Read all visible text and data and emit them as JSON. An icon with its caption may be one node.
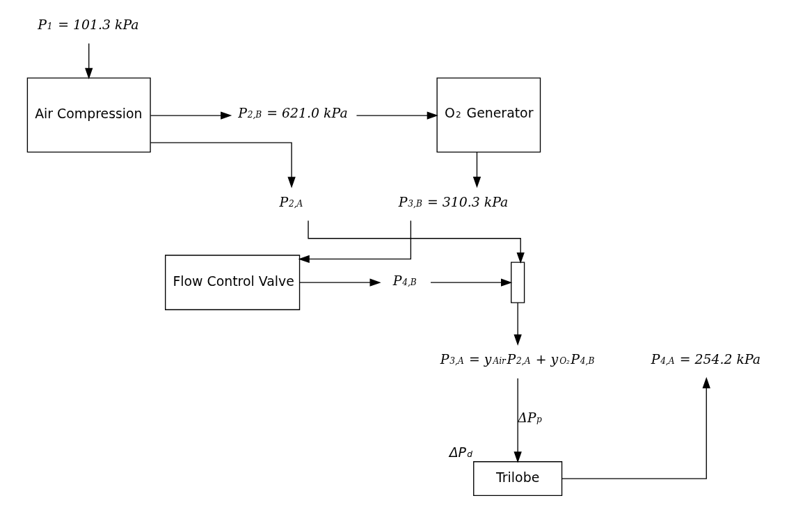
{
  "diagram": {
    "nodes": [
      {
        "text": [
          "P$_{1}$ = 101.3 kPa"
        ]
      },
      {
        "text": [
          "Air Compression"
        ]
      },
      {
        "text": [
          "P$_{2,B}$ = 621.0 kPa"
        ]
      },
      {
        "text": [
          "O$_{2}$ Generator"
        ]
      },
      {
        "text": [
          "P$_{2,A}$"
        ]
      },
      {
        "text": [
          "P$_{3,B}$ = 310.3 kPa"
        ]
      },
      {
        "text": [],
        "shape": "box"
      },
      {
        "text": [
          "Flow Control Valve"
        ]
      },
      {
        "text": [
          "P$_{4,B}$"
        ]
      },
      {
        "text": [
          "P$_{3,A}$ = y$_{Air}$P$_{2,A}$ + y$_{O₂}$P$_{4,B}$"
        ]
      },
      {
        "text": [
          "P$_{4,A}$ = 254.2 kPa"
        ]
      },
      {
        "text": [
          "Trilobe"
        ],
        "beside": [
          "ΔP$_{d}$"
        ]
      }
    ],
    "edges": [
      {
        "from": 0,
        "to": 1,
        "arrow": "to"
      },
      {
        "from": 1,
        "to": 2,
        "arrow": "to"
      },
      {
        "from": 2,
        "to": 3,
        "arrow": "to"
      },
      {
        "from": 1,
        "to": 4,
        "arrow": "to"
      },
      {
        "from": 3,
        "to": 5,
        "arrow": "to"
      },
      {
        "from": 4,
        "to": 6,
        "arrow": "to"
      },
      {
        "from": 5,
        "to": 7,
        "arrow": "to"
      },
      {
        "from": 7,
        "to": 8,
        "arrow": "to"
      },
      {
        "from": 8,
        "to": 6,
        "arrow": "to"
      },
      {
        "from": 6,
        "to": 9,
        "arrow": "to"
      },
      {
        "from": 9,
        "to": 11,
        "arrow": "to",
        "label": "ΔP$_{p}$"
      },
      {
        "from": 11,
        "to": 10,
        "arrow": "to"
      }
    ]
  }
}
